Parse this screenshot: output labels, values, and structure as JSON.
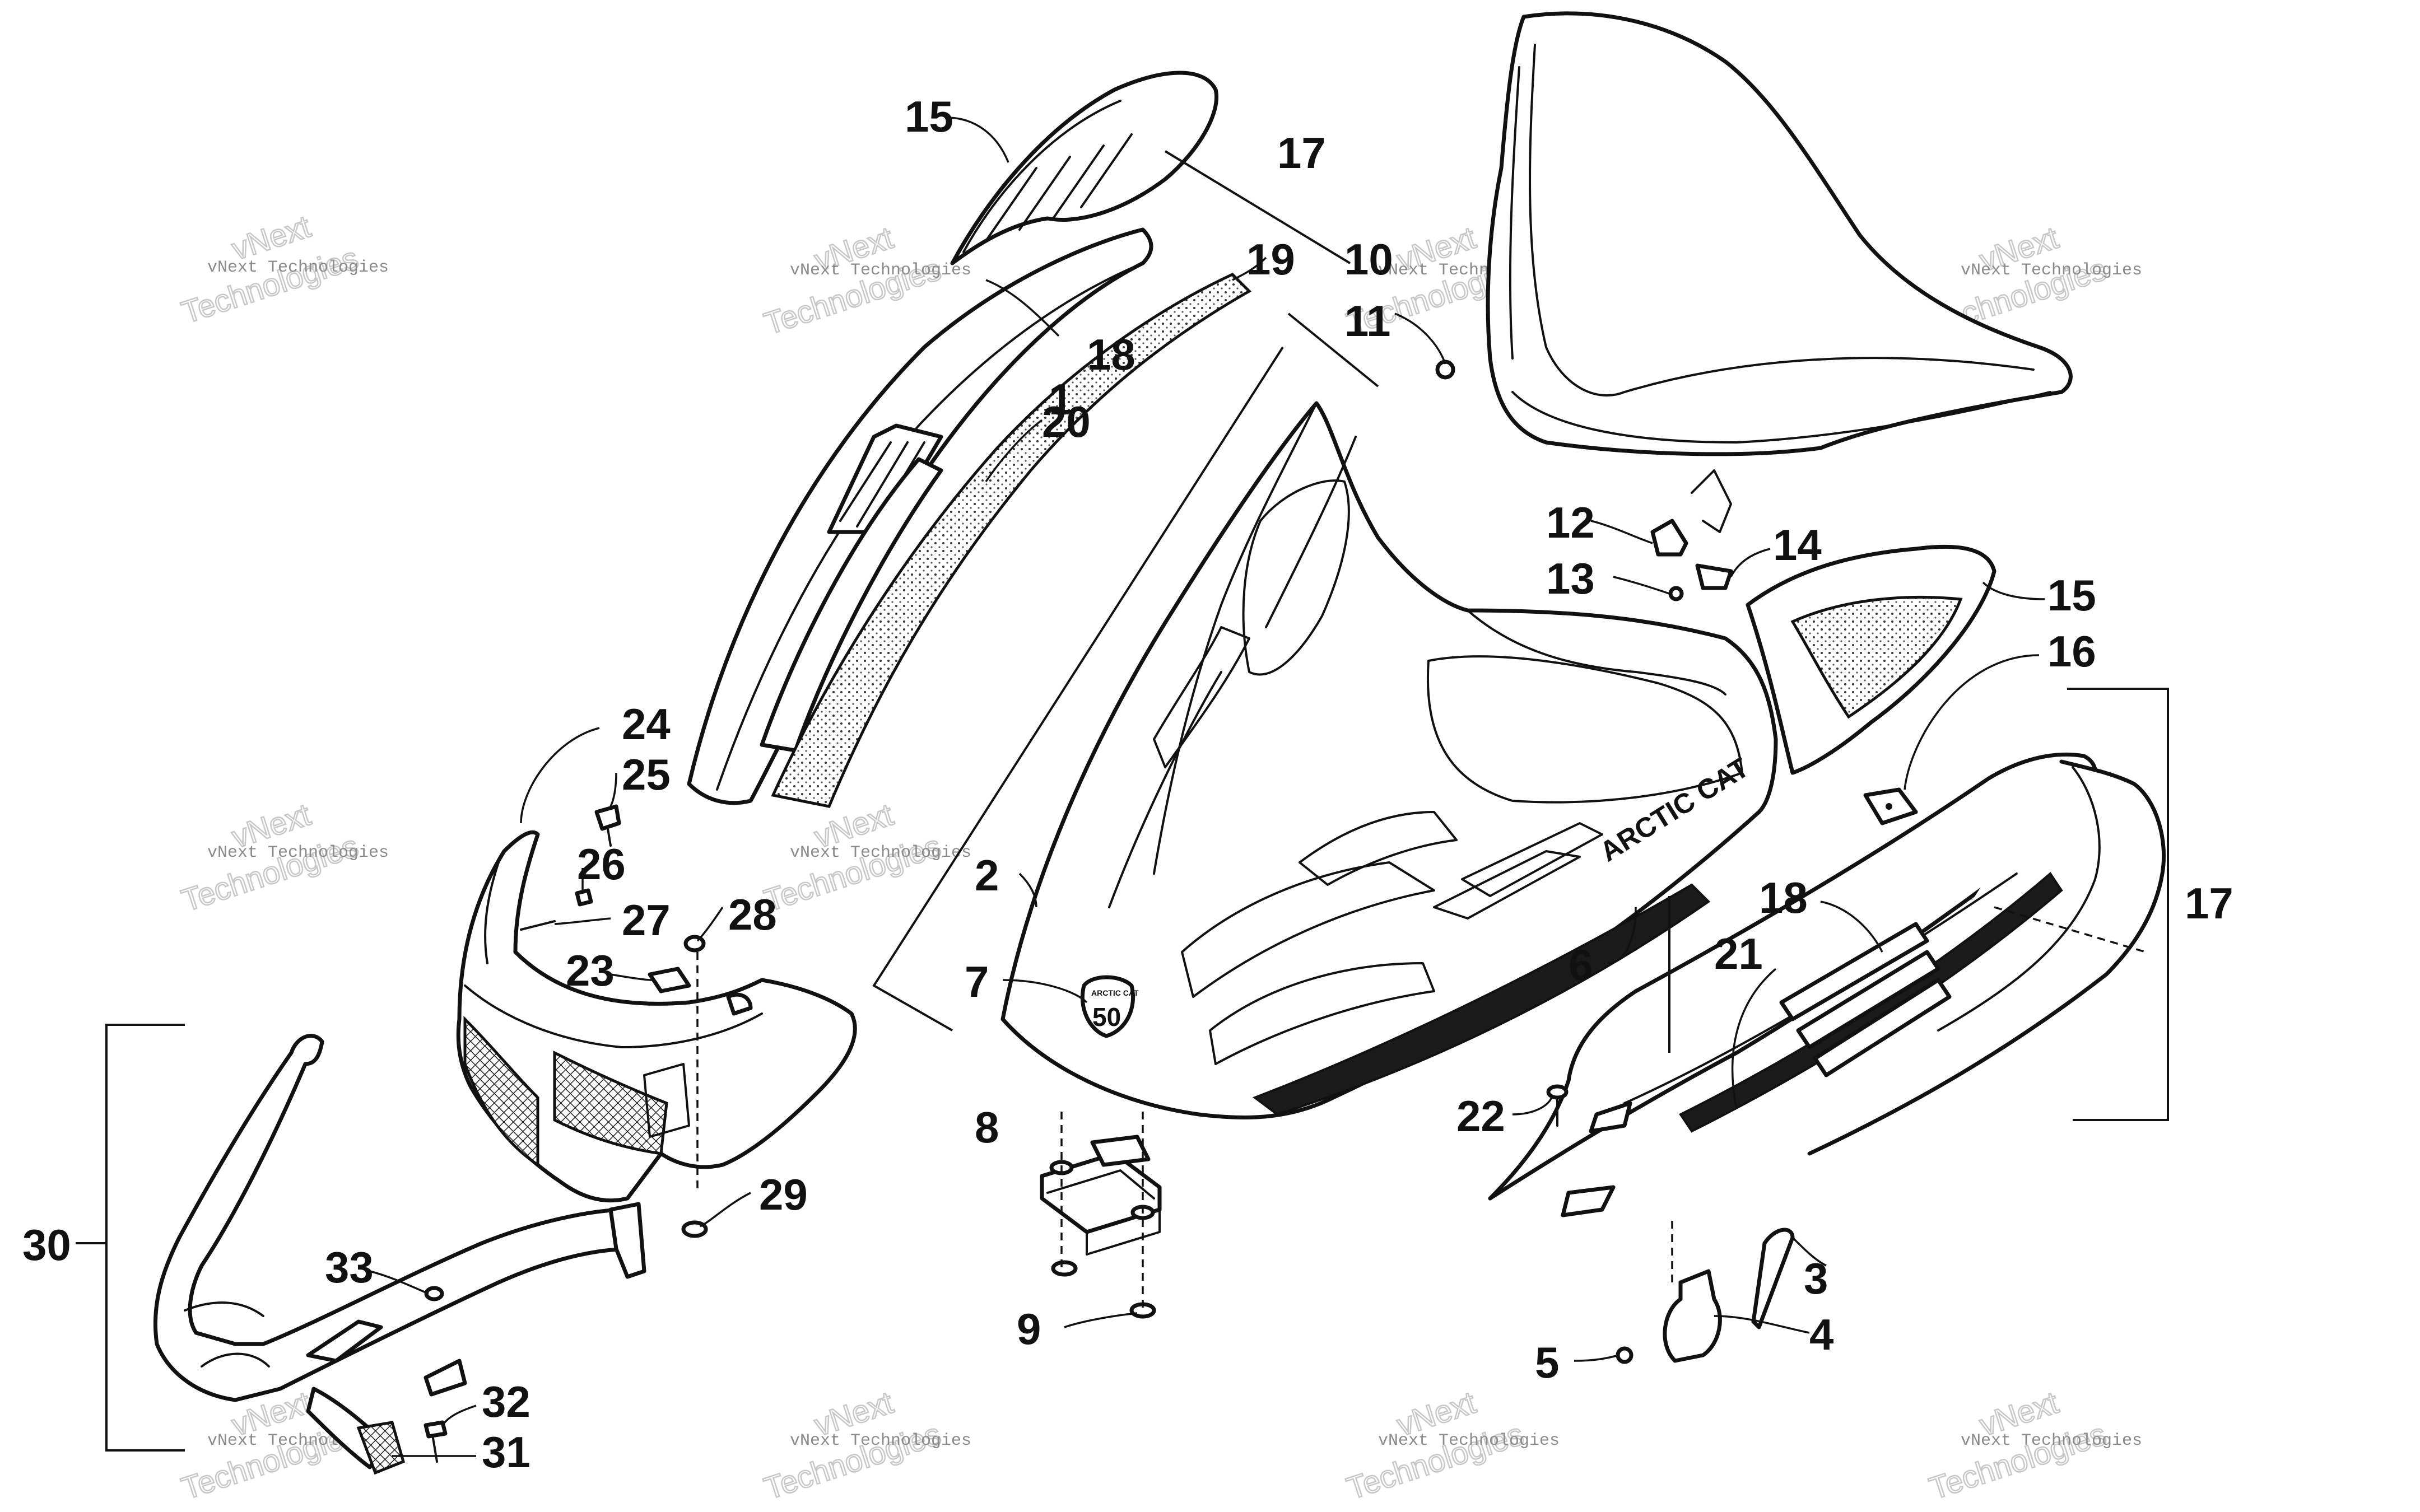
{
  "watermark": {
    "line1": "vNext Technologies",
    "line2": "vNext",
    "line3": "Technologies"
  },
  "callouts": [
    {
      "id": "c1",
      "text": "1"
    },
    {
      "id": "c2",
      "text": "2"
    },
    {
      "id": "c3",
      "text": "3"
    },
    {
      "id": "c4",
      "text": "4"
    },
    {
      "id": "c5",
      "text": "5"
    },
    {
      "id": "c6",
      "text": "6"
    },
    {
      "id": "c7",
      "text": "7"
    },
    {
      "id": "c8",
      "text": "8"
    },
    {
      "id": "c9",
      "text": "9"
    },
    {
      "id": "c10",
      "text": "10"
    },
    {
      "id": "c11",
      "text": "11"
    },
    {
      "id": "c12",
      "text": "12"
    },
    {
      "id": "c13",
      "text": "13"
    },
    {
      "id": "c14",
      "text": "14"
    },
    {
      "id": "c15a",
      "text": "15"
    },
    {
      "id": "c15b",
      "text": "15"
    },
    {
      "id": "c16",
      "text": "16"
    },
    {
      "id": "c17a",
      "text": "17"
    },
    {
      "id": "c17b",
      "text": "17"
    },
    {
      "id": "c18a",
      "text": "18"
    },
    {
      "id": "c18b",
      "text": "18"
    },
    {
      "id": "c19",
      "text": "19"
    },
    {
      "id": "c20",
      "text": "20"
    },
    {
      "id": "c21",
      "text": "21"
    },
    {
      "id": "c22",
      "text": "22"
    },
    {
      "id": "c23",
      "text": "23"
    },
    {
      "id": "c24",
      "text": "24"
    },
    {
      "id": "c25",
      "text": "25"
    },
    {
      "id": "c26",
      "text": "26"
    },
    {
      "id": "c27",
      "text": "27"
    },
    {
      "id": "c28",
      "text": "28"
    },
    {
      "id": "c29",
      "text": "29"
    },
    {
      "id": "c30",
      "text": "30"
    },
    {
      "id": "c31",
      "text": "31"
    },
    {
      "id": "c32",
      "text": "32"
    },
    {
      "id": "c33",
      "text": "33"
    }
  ],
  "decals": {
    "brand": "ARCTIC CAT",
    "badge_text": "ARCTIC CAT",
    "badge_number": "50"
  }
}
